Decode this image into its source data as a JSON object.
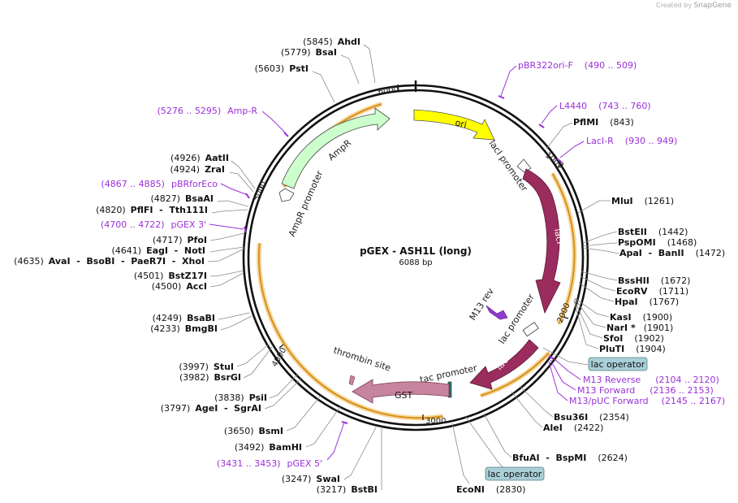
{
  "watermark": {
    "prefix": "Created by",
    "brand": "SnapGene"
  },
  "plasmid": {
    "name": "pGEX - ASH1L (long)",
    "length_label": "6088 bp",
    "length": 6088
  },
  "ticks": [
    {
      "label": "1000",
      "pos": 1000
    },
    {
      "label": "2000",
      "pos": 2000
    },
    {
      "label": "3000",
      "pos": 3000
    },
    {
      "label": "4000",
      "pos": 4000
    },
    {
      "label": "5000",
      "pos": 5000
    },
    {
      "label": "6000",
      "pos": 6000
    }
  ],
  "features": [
    {
      "name": "ori",
      "start": 150,
      "end": 800,
      "color": "#ffff00",
      "text_color": "#111111",
      "label_inside": true
    },
    {
      "name": "lacI promoter",
      "start": 1050,
      "end": 1128,
      "color": "#ffffff",
      "outline": true
    },
    {
      "name": "lacI",
      "start": 1130,
      "end": 1950,
      "color": "#9b2c5e",
      "label_inside": true
    },
    {
      "name": "lacZα",
      "start": 2250,
      "end": 2510,
      "color": "#9b2c5e",
      "label_inside": true
    },
    {
      "name": "GST",
      "start": 2620,
      "end": 3300,
      "color": "#c7849f",
      "label_inside": true
    },
    {
      "name": "AmpR",
      "start": 5110,
      "end": 5760,
      "color": "#ccffcc",
      "outline": true
    },
    {
      "name": "AmpR promoter",
      "start": 5000,
      "end": 5110,
      "color": "#ffffff",
      "outline": true
    }
  ],
  "feature_labels": {
    "lacI_promoter": "lacI promoter",
    "m13_rev": "M13 rev",
    "lac_promoter": "lac promoter",
    "tac_promoter": "tac promoter",
    "thrombin_site": "thrombin site",
    "ampr": "AmpR",
    "ampr_promoter": "AmpR promoter",
    "ori": "ori",
    "laci": "lacI",
    "laczo": "lacZα",
    "gst": "GST"
  },
  "sites_left": [
    {
      "pos": "(5845)",
      "name": "AhdI"
    },
    {
      "pos": "(5779)",
      "name": "BsaI"
    },
    {
      "pos": "(5603)",
      "name": "PstI"
    },
    {
      "pos": "(4926)",
      "name": "AatII"
    },
    {
      "pos": "(4924)",
      "name": "ZraI"
    },
    {
      "pos": "(4827)",
      "name": "BsaAI"
    },
    {
      "pos": "(4820)",
      "name": "PflFI  -  Tth111I"
    },
    {
      "pos": "(4717)",
      "name": "PfoI"
    },
    {
      "pos": "(4641)",
      "name": "EagI  -  NotI"
    },
    {
      "pos": "(4635)",
      "name": "AvaI  -  BsoBI  -  PaeR7I  -  XhoI"
    },
    {
      "pos": "(4501)",
      "name": "BstZ17I"
    },
    {
      "pos": "(4500)",
      "name": "AccI"
    },
    {
      "pos": "(4249)",
      "name": "BsaBI"
    },
    {
      "pos": "(4233)",
      "name": "BmgBI"
    },
    {
      "pos": "(3997)",
      "name": "StuI"
    },
    {
      "pos": "(3982)",
      "name": "BsrGI"
    },
    {
      "pos": "(3838)",
      "name": "PsiI"
    },
    {
      "pos": "(3797)",
      "name": "AgeI  -  SgrAI"
    },
    {
      "pos": "(3650)",
      "name": "BsmI"
    },
    {
      "pos": "(3492)",
      "name": "BamHI"
    },
    {
      "pos": "(3247)",
      "name": "SwaI"
    },
    {
      "pos": "(3217)",
      "name": "BstBI"
    }
  ],
  "sites_right": [
    {
      "name": "PflMI",
      "pos": "(843)"
    },
    {
      "name": "MluI",
      "pos": "(1261)"
    },
    {
      "name": "BstEII",
      "pos": "(1442)"
    },
    {
      "name": "PspOMI",
      "pos": "(1468)"
    },
    {
      "name": "ApaI  -  BanII",
      "pos": "(1472)"
    },
    {
      "name": "BssHII",
      "pos": "(1672)"
    },
    {
      "name": "EcoRV",
      "pos": "(1711)"
    },
    {
      "name": "HpaI",
      "pos": "(1767)"
    },
    {
      "name": "KasI",
      "pos": "(1900)"
    },
    {
      "name": "NarI *",
      "pos": "(1901)"
    },
    {
      "name": "SfoI",
      "pos": "(1902)"
    },
    {
      "name": "PluTI",
      "pos": "(1904)"
    },
    {
      "name": "Bsu36I",
      "pos": "(2354)"
    },
    {
      "name": "AleI",
      "pos": "(2422)"
    },
    {
      "name": "BfuAI  -  BspMI",
      "pos": "(2624)"
    },
    {
      "name": "EcoNI",
      "pos": "(2830)"
    }
  ],
  "primers": [
    {
      "name": "pBR322ori-F",
      "range": "(490 .. 509)"
    },
    {
      "name": "L4440",
      "range": "(743 .. 760)"
    },
    {
      "name": "LacI-R",
      "range": "(930 .. 949)"
    },
    {
      "name": "M13 Reverse",
      "range": "(2104 .. 2120)"
    },
    {
      "name": "M13 Forward",
      "range": "(2136 .. 2153)"
    },
    {
      "name": "M13/pUC Forward",
      "range": "(2145 .. 2167)"
    },
    {
      "name": "pGEX 5'",
      "range": "(3431 .. 3453)"
    },
    {
      "name": "Amp-R",
      "range": "(5276 .. 5295)"
    },
    {
      "name": "pBRforEco",
      "range": "(4867 .. 4885)"
    },
    {
      "name": "pGEX 3'",
      "range": "(4700 .. 4722)"
    }
  ],
  "boxes": [
    {
      "label": "lac operator"
    },
    {
      "label": "lac operator"
    }
  ],
  "colors": {
    "backbone": "#111111",
    "primer": "#9b30d9",
    "orf_arc": "#f0a020",
    "box_fill": "#a9cfd8"
  }
}
